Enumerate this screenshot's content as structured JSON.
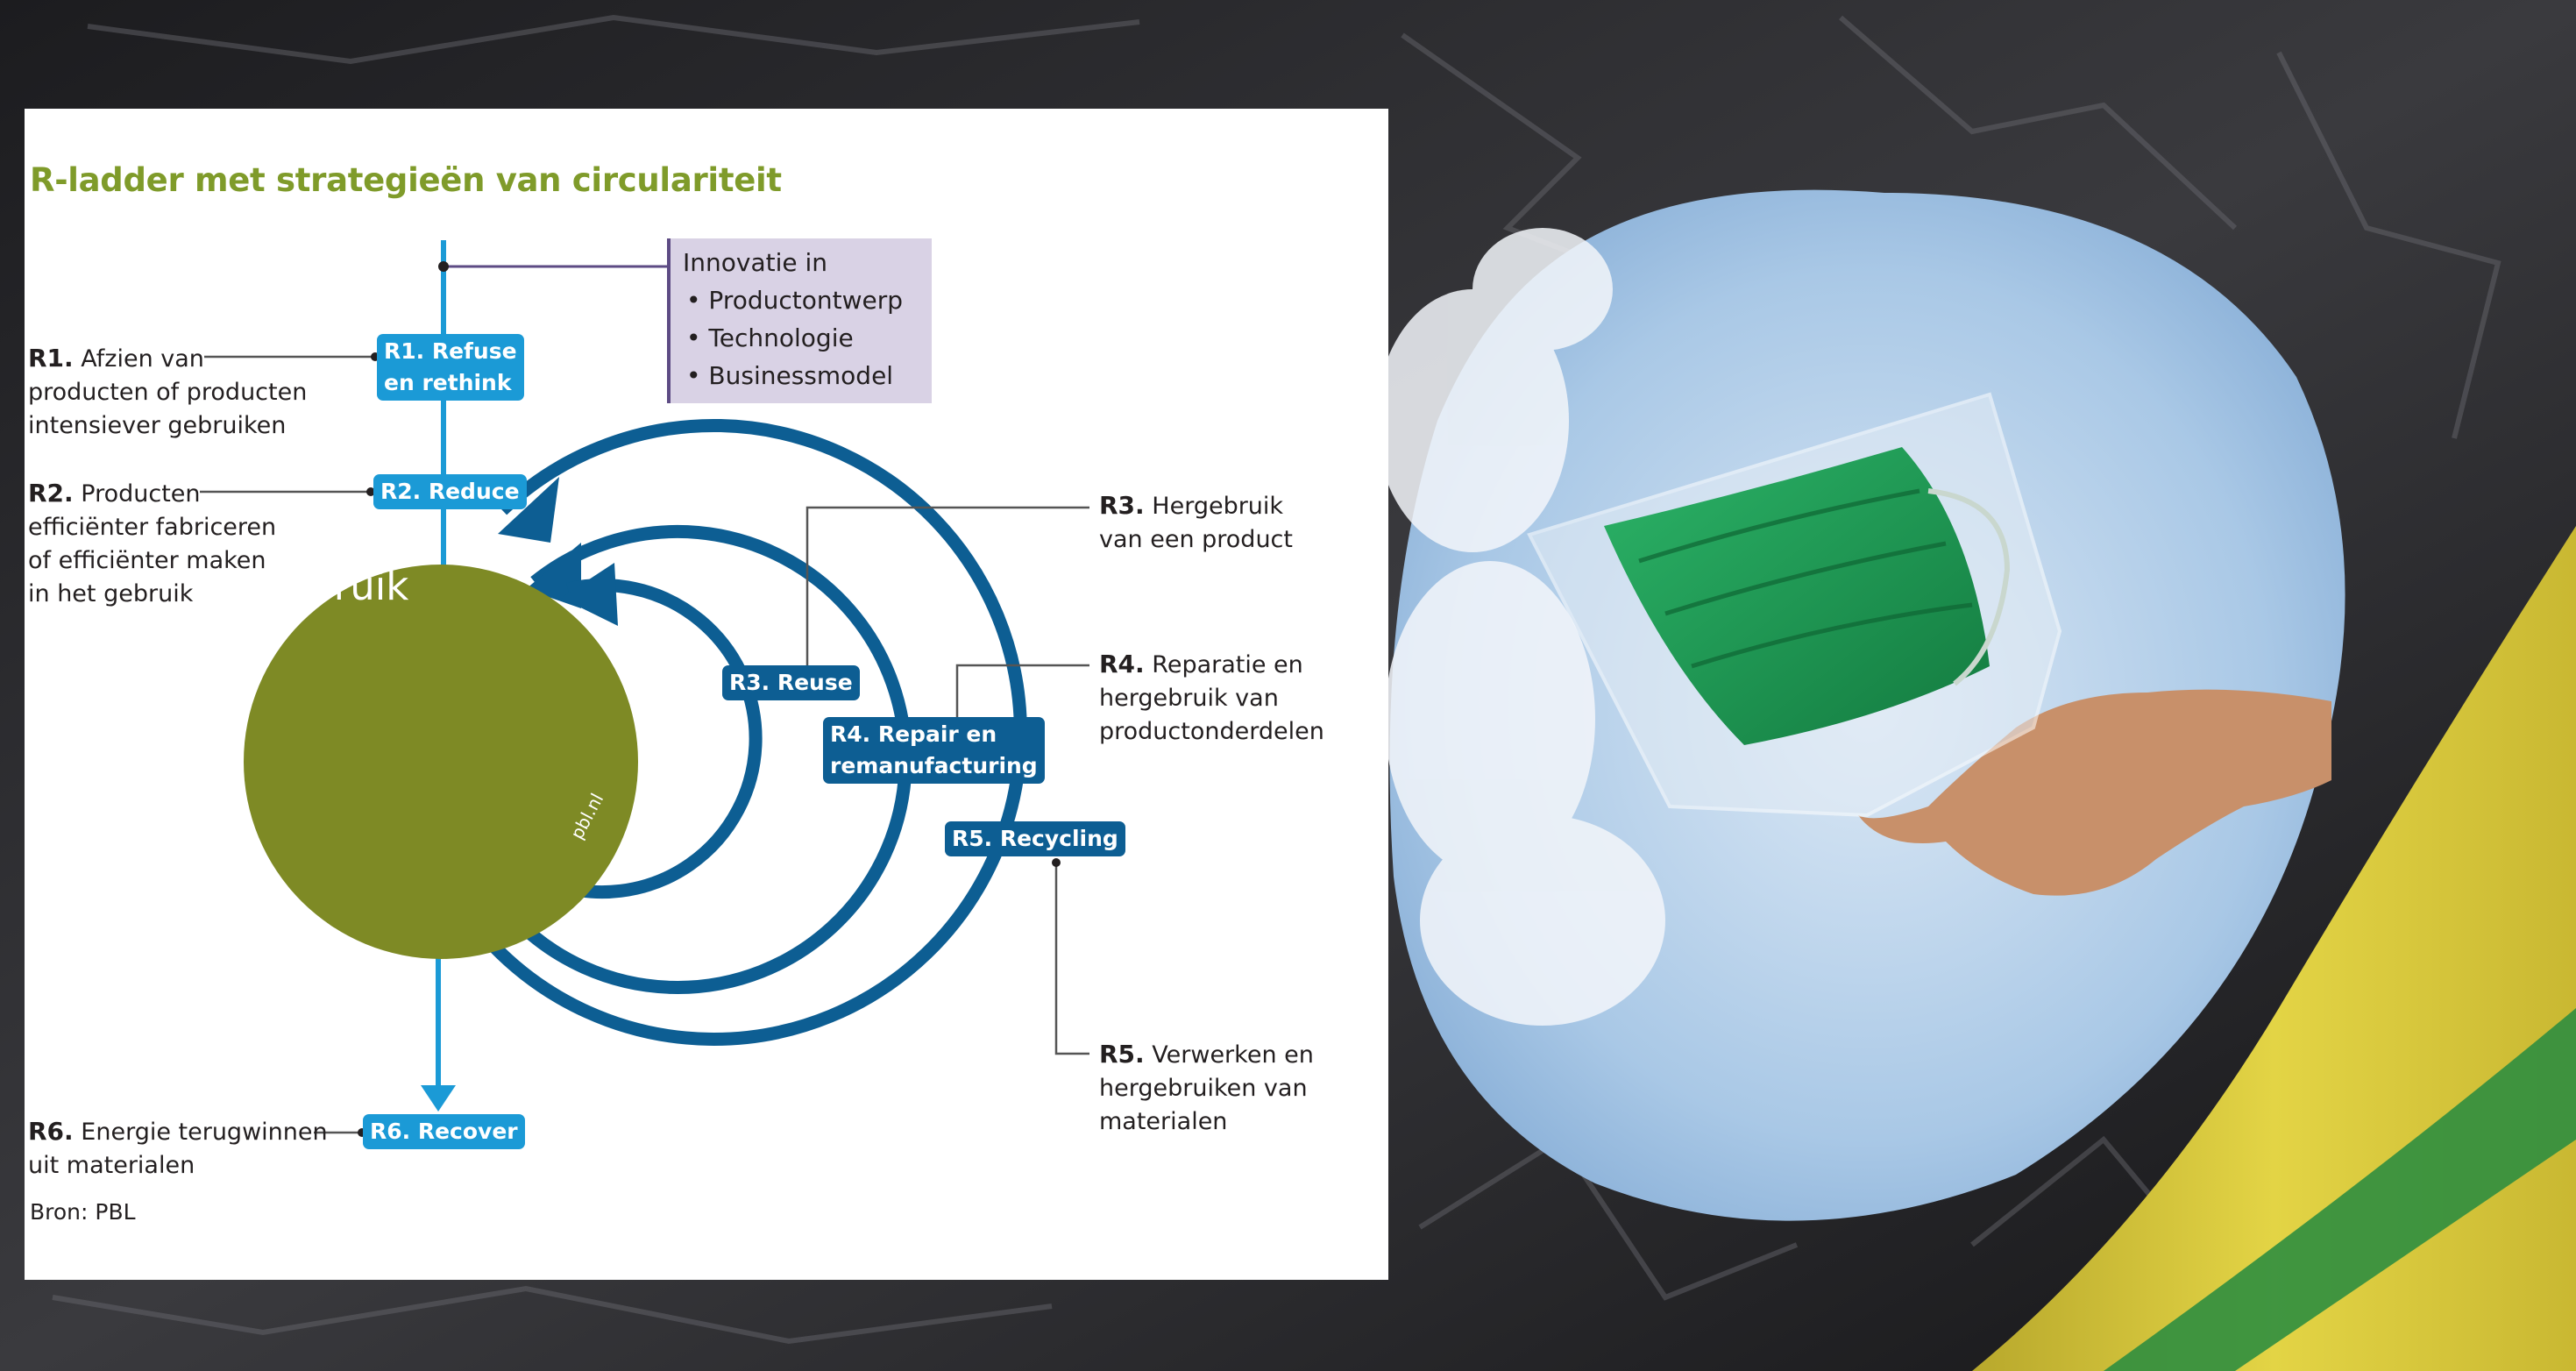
{
  "diagram": {
    "title": "R-ladder met strategieën van circulariteit",
    "center_label": "Gebruik",
    "watermark": "pbl.nl",
    "innovation_box": {
      "heading": "Innovatie in",
      "items": [
        "Productontwerp",
        "Technologie",
        "Businessmodel"
      ]
    },
    "steps": [
      {
        "code": "R1.",
        "tag_lines": [
          "R1. Refuse",
          "en rethink"
        ],
        "description": [
          "Afzien van",
          "producten of producten",
          "intensiever gebruiken"
        ]
      },
      {
        "code": "R2.",
        "tag_lines": [
          "R2. Reduce"
        ],
        "description": [
          "Producten",
          "efficiënter fabriceren",
          "of efficiënter maken",
          "in het gebruik"
        ]
      },
      {
        "code": "R3.",
        "tag_lines": [
          "R3. Reuse"
        ],
        "description": [
          "Hergebruik",
          "van een product"
        ]
      },
      {
        "code": "R4.",
        "tag_lines": [
          "R4. Repair en",
          "remanufacturing"
        ],
        "description": [
          "Reparatie en",
          "hergebruik van",
          "productonderdelen"
        ]
      },
      {
        "code": "R5.",
        "tag_lines": [
          "R5. Recycling"
        ],
        "description": [
          "Verwerken en",
          "hergebruiken van",
          "materialen"
        ]
      },
      {
        "code": "R6.",
        "tag_lines": [
          "R6. Recover"
        ],
        "description": [
          "Energie terugwinnen",
          "uit materialen"
        ]
      }
    ],
    "source": "Bron: PBL",
    "colors": {
      "title_green": "#7f9b2a",
      "circle_olive": "#7e8a25",
      "light_blue": "#1b9ad6",
      "dark_blue": "#0d5e93",
      "innovation_fill": "#d9d2e5",
      "innovation_accent": "#5d4b84"
    }
  },
  "photo": {
    "subject": "hand dropping face mask in plastic bag into black trash bag, sky view",
    "colors": {
      "sky": "#bcd4ec",
      "bag": "#2b2b2e",
      "mask": "#1f9a54",
      "yellow_bin": "#d7c93a"
    }
  }
}
